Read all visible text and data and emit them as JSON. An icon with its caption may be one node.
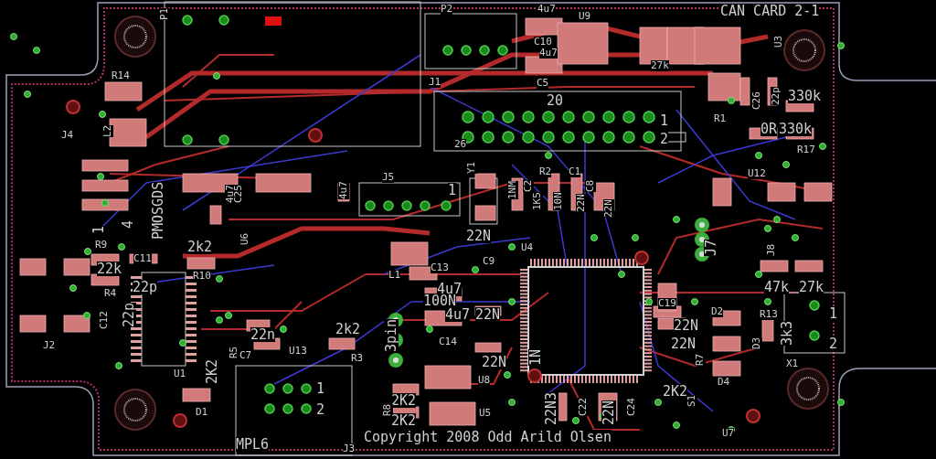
{
  "diagram": {
    "labels": [
      "P1",
      "P2",
      "4u7",
      "U9",
      "CAN CARD 2-1",
      "C10",
      "27k",
      "U3",
      "4u7",
      "C5",
      "R14",
      "J1",
      "20",
      "C26",
      "22p",
      "330k",
      "R1",
      "1",
      "2",
      "L2",
      "J4",
      "0R",
      "330k",
      "R17",
      "26",
      "4u7",
      "C25",
      "4u7",
      "J5",
      "1",
      "Y1",
      "1NM",
      "C2",
      "R2",
      "C1",
      "1K5",
      "10N",
      "22N",
      "22N",
      "C8",
      "U12",
      "PMOSGDS",
      "1",
      "4",
      "R9",
      "2k2",
      "U6",
      "22k",
      "C11",
      "R10",
      "22p",
      "R4",
      "C12",
      "22p",
      "22N",
      "U4",
      "C9",
      "J7",
      "J8",
      "L1",
      "C13",
      "4u7",
      "100N",
      "47k",
      "27k",
      "4u7",
      "22N",
      "C14",
      "3pin",
      "2k2",
      "R3",
      "22n",
      "C7",
      "U13",
      "U1",
      "2K2",
      "R5",
      "J2",
      "22N",
      "U8",
      "1N",
      "C19",
      "22N",
      "22N",
      "D2",
      "D3",
      "R13",
      "3k3",
      "1",
      "2",
      "R7",
      "D4",
      "X1",
      "D1",
      "1",
      "2",
      "2K2",
      "R8",
      "2K2",
      "U5",
      "22N3",
      "C22",
      "22N",
      "C24",
      "2K2",
      "S1",
      "U7",
      "MPL6",
      "J3",
      "Copyright 2008 Odd Arild Olsen"
    ]
  }
}
